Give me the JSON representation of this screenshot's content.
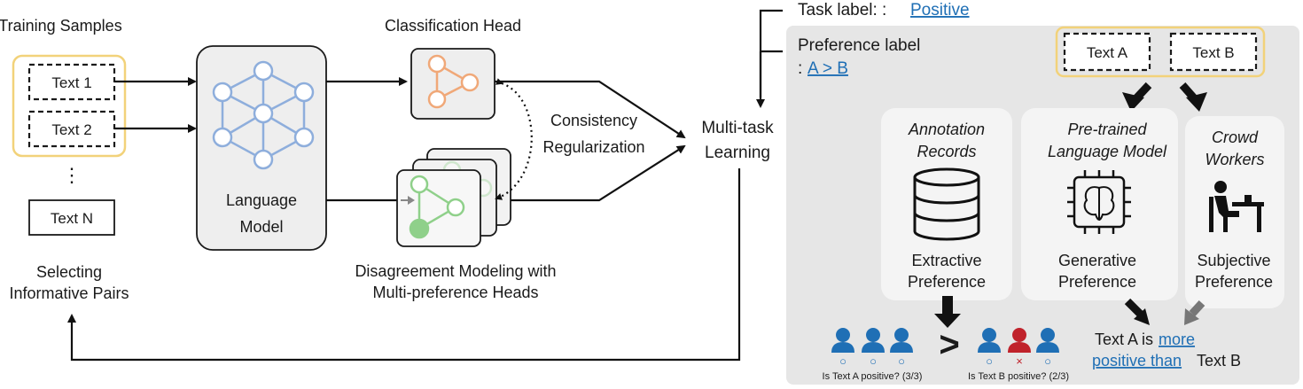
{
  "left": {
    "training_title": "Training Samples",
    "samples": [
      "Text 1",
      "Text 2",
      "Text N"
    ],
    "ellipsis": "⋮",
    "selecting_line1": "Selecting",
    "selecting_line2": "Informative Pairs",
    "lm_line1": "Language",
    "lm_line2": "Model",
    "cls_head_title": "Classification Head",
    "consistency_line1": "Consistency",
    "consistency_line2": "Regularization",
    "disagree_line1": "Disagreement Modeling with",
    "disagree_line2": "Multi-preference Heads",
    "mtl_line1": "Multi-task",
    "mtl_line2": "Learning"
  },
  "right": {
    "task_label_prefix": "Task label: :",
    "task_label_value": "Positive",
    "pref_label_line1": "Preference label",
    "pref_label_prefix": ":",
    "pref_label_value": "A > B",
    "text_a": "Text A",
    "text_b": "Text B",
    "cards": [
      {
        "title1": "Annotation",
        "title2": "Records",
        "sub1": "Extractive",
        "sub2": "Preference",
        "icon": "database-icon"
      },
      {
        "title1": "Pre-trained",
        "title2": "Language Model",
        "sub1": "Generative",
        "sub2": "Preference",
        "icon": "brain-chip-icon"
      },
      {
        "title1": "Crowd",
        "title2": "Workers",
        "sub1": "Subjective",
        "sub2": "Preference",
        "icon": "worker-at-desk-icon"
      }
    ],
    "vote_a_caption": "Is Text A positive? (3/3)",
    "vote_b_caption": "Is Text B positive? (2/3)",
    "greater": ">",
    "vote_marks_a": [
      "○",
      "○",
      "○"
    ],
    "vote_marks_b": [
      "○",
      "×",
      "○"
    ],
    "result_line1_pre": "Text A is",
    "result_line1_link": "more",
    "result_line2_link": "positive than",
    "result_line2_post": "Text B"
  },
  "colors": {
    "panel_bg": "#e6e6e6",
    "accent_yellow": "#f2d27a",
    "link_blue": "#1f6fb5",
    "node_blue": "#8eaedc",
    "node_orange": "#f0a878",
    "node_green": "#8fd08a",
    "person_blue": "#1f6fb5",
    "person_red": "#c0222b"
  }
}
